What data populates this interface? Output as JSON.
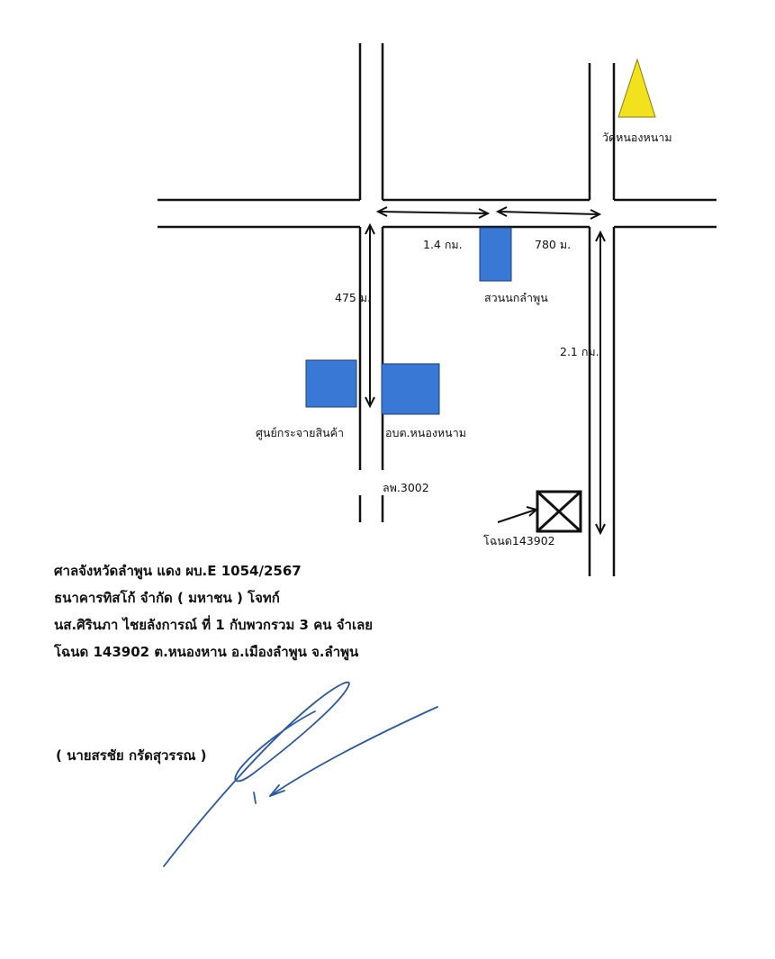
{
  "map": {
    "colors": {
      "road": "#111111",
      "building": "#3a78d6",
      "temple": "#f2e21d",
      "signature": "#2a58a8"
    },
    "landmarks": {
      "temple": "วัดหนองหนาม",
      "bird_park": "สวนนกลำพูน",
      "distribution_center": "ศูนย์กระจายสินค้า",
      "sao_office": "อบต.หนองหนาม",
      "road_name": "ลพ.3002",
      "deed": "โฉนด143902"
    },
    "distances": {
      "west_segment": "1.4 กม.",
      "east_segment": "780 ม.",
      "vertical_west": "475 ม.",
      "vertical_east": "2.1 กม."
    }
  },
  "case": {
    "line1": "ศาลจังหวัดลำพูน แดง ผบ.E 1054/2567",
    "line2": "ธนาคารทิสโก้ จำกัด ( มหาชน )        โจทก์",
    "line3": "นส.ศิรินภา ไชยลังการณ์ ที่ 1 กับพวกรวม 3 คน จำเลย",
    "line4": "โฉนด 143902 ต.หนองหาน อ.เมืองลำพูน จ.ลำพูน"
  },
  "signer": "(  นายสรชัย  กรัดสุวรรณ  )"
}
